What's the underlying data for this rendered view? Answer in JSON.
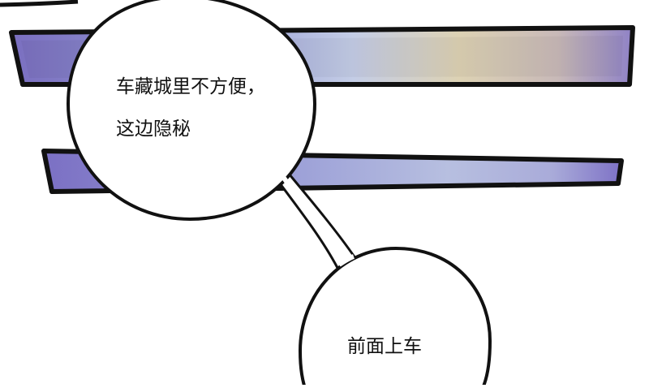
{
  "comic_panel": {
    "bubbles": [
      {
        "lines": [
          "车藏城里不方便，",
          "这边隐秘"
        ]
      },
      {
        "lines": [
          "前面上车"
        ]
      }
    ]
  },
  "colors": {
    "ink": "#111111",
    "bubble_fill": "#ffffff",
    "background": "#ffffff",
    "streak_purple": "#8a80c8",
    "streak_light_blue": "#b9c2e0",
    "streak_beige": "#d8cba8"
  }
}
